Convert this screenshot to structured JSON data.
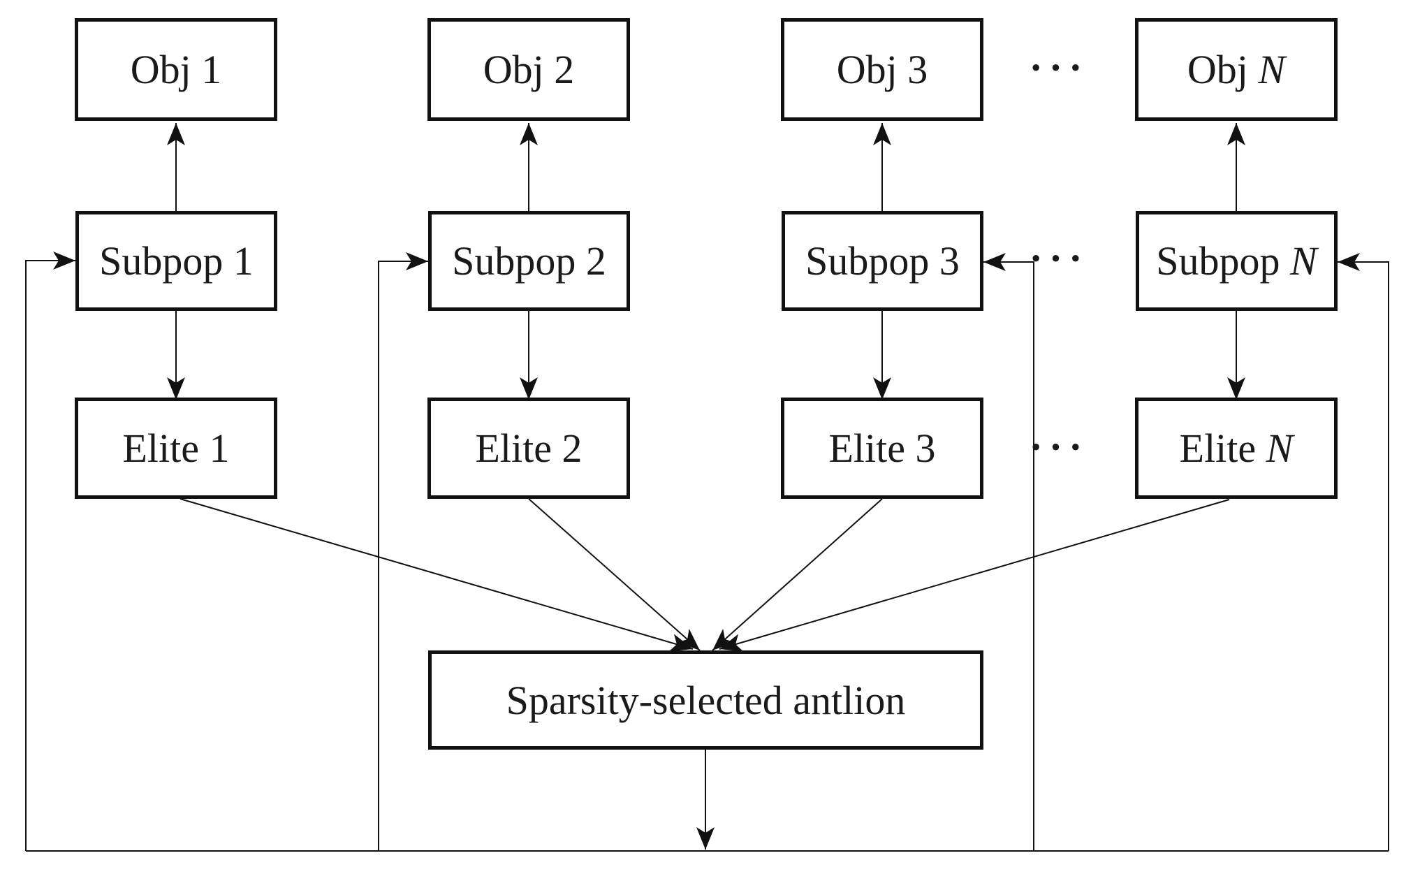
{
  "figure": {
    "type": "flow-diagram",
    "colors": {
      "line": "#111111",
      "text": "#1a1a1a",
      "background": "#ffffff"
    },
    "rows": {
      "obj": {
        "b1": "Obj 1",
        "b2": "Obj 2",
        "b3": "Obj 3",
        "bn_prefix": "Obj ",
        "bn_var": "N"
      },
      "subpop": {
        "b1": "Subpop 1",
        "b2": "Subpop 2",
        "b3": "Subpop 3",
        "bn_prefix": "Subpop ",
        "bn_var": "N"
      },
      "elite": {
        "b1": "Elite 1",
        "b2": "Elite 2",
        "b3": "Elite 3",
        "bn_prefix": "Elite ",
        "bn_var": "N"
      }
    },
    "bottom_box": "Sparsity-selected antlion",
    "ellipsis": {
      "obj": "···",
      "subpop": "···",
      "elite": "···"
    }
  }
}
